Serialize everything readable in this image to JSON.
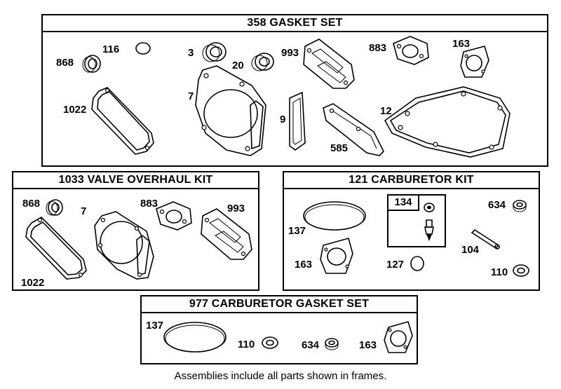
{
  "frames": {
    "gasket_set": {
      "title": "358 GASKET SET",
      "labels": {
        "p868": "868",
        "p116": "116",
        "p3": "3",
        "p20": "20",
        "p993": "993",
        "p883": "883",
        "p163": "163",
        "p1022": "1022",
        "p7": "7",
        "p9": "9",
        "p585": "585",
        "p12": "12"
      }
    },
    "valve_kit": {
      "title": "1033 VALVE OVERHAUL KIT",
      "labels": {
        "p868": "868",
        "p7": "7",
        "p883": "883",
        "p993": "993",
        "p1022": "1022"
      }
    },
    "carb_kit": {
      "title": "121 CARBURETOR KIT",
      "subkit_tag": "134",
      "labels": {
        "p137": "137",
        "p634": "634",
        "p104": "104",
        "p163": "163",
        "p127": "127",
        "p110": "110"
      }
    },
    "carb_gasket_set": {
      "title": "977 CARBURETOR  GASKET SET",
      "labels": {
        "p137": "137",
        "p110": "110",
        "p634": "634",
        "p163": "163"
      }
    }
  },
  "footer": "Assemblies include all parts shown in frames."
}
